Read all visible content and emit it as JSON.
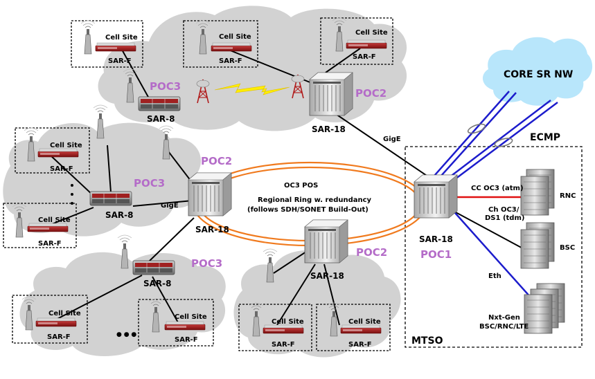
{
  "labels": {
    "cell_site": "Cell Site",
    "sar_f": "SAR-F",
    "sar_8": "SAR-8",
    "sar_18": "SAR-18",
    "poc1": "POC1",
    "poc2": "POC2",
    "poc3": "POC3",
    "core_sr_nw": "CORE SR NW",
    "ecmp": "ECMP",
    "mtso": "MTSO",
    "gige": "GigE",
    "oc3_pos": "OC3 POS",
    "ring_line1": "Regional Ring w. redundancy",
    "ring_line2": "(follows SDH/SONET Build-Out)",
    "cc_oc3": "CC OC3 (atm)",
    "ch_oc3_line1": "Ch OC3/",
    "ch_oc3_line2": "DS1 (tdm)",
    "eth": "Eth",
    "rnc": "RNC",
    "bsc": "BSC",
    "nxt_line1": "Nxt-Gen",
    "nxt_line2": "BSC/RNC/LTE",
    "dots": "● ● ●"
  },
  "colors": {
    "ring": "#f07a1e",
    "blue_link": "#1c1ccc",
    "red_link": "#e01010",
    "cloud": "#d2d2d2",
    "cloud_core": "#b8e6fb",
    "poc_text": "#b46cc8",
    "wireless": "#ffee00"
  }
}
